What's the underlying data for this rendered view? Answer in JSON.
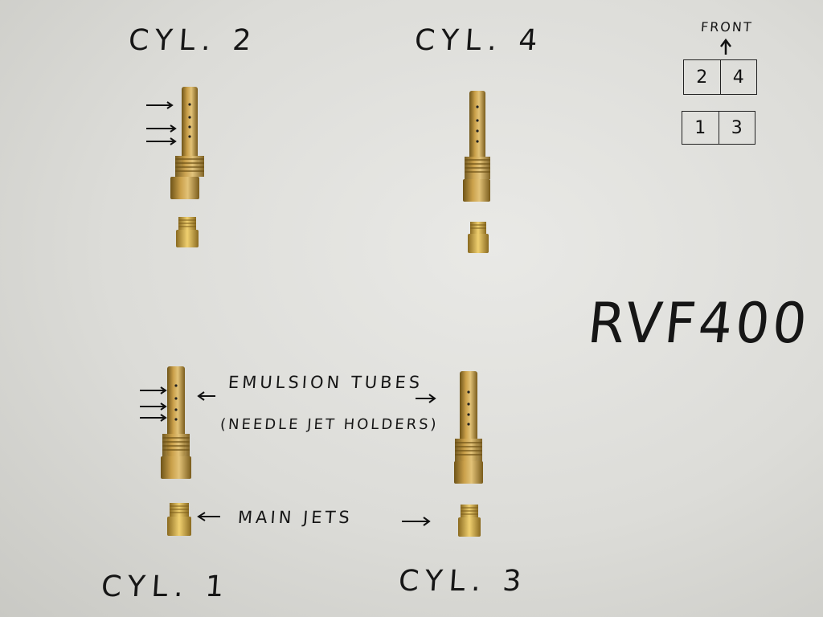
{
  "title": "RVF400",
  "front_label": "FRONT",
  "cylinders": {
    "cyl2": "CYL. 2",
    "cyl4": "CYL. 4",
    "cyl1": "CYL. 1",
    "cyl3": "CYL. 3"
  },
  "layout_diagram": {
    "top_row": [
      "2",
      "4"
    ],
    "bottom_row": [
      "1",
      "3"
    ]
  },
  "labels": {
    "emulsion_tubes": "EMULSION TUBES",
    "needle_jet_holders": "(NEEDLE JET HOLDERS)",
    "main_jets": "MAIN JETS"
  },
  "colors": {
    "paper": "#e2e2de",
    "brass": "#b8902f",
    "ink": "#161616"
  }
}
